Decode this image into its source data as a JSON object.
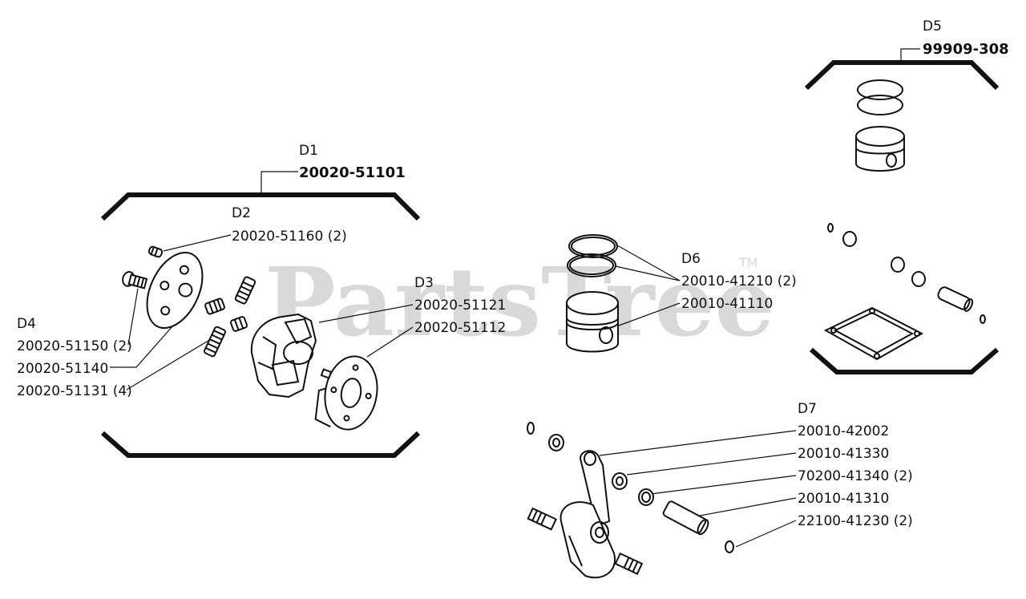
{
  "watermark": {
    "text": "PartsTree",
    "tm": "TM"
  },
  "groups": {
    "d1": {
      "ref": "D1",
      "part": "20020-51101"
    },
    "d2": {
      "ref": "D2",
      "part": "20020-51160 (2)"
    },
    "d3": {
      "ref": "D3",
      "parts": [
        "20020-51121",
        "20020-51112"
      ]
    },
    "d4": {
      "ref": "D4",
      "parts": [
        "20020-51150 (2)",
        "20020-51140",
        "20020-51131 (4)"
      ]
    },
    "d5": {
      "ref": "D5",
      "part": "99909-308"
    },
    "d6": {
      "ref": "D6",
      "parts": [
        "20010-41210 (2)",
        "20010-41110"
      ]
    },
    "d7": {
      "ref": "D7",
      "parts": [
        "20010-42002",
        "20010-41330",
        "70200-41340 (2)",
        "20010-41310",
        "22100-41230 (2)"
      ]
    }
  }
}
